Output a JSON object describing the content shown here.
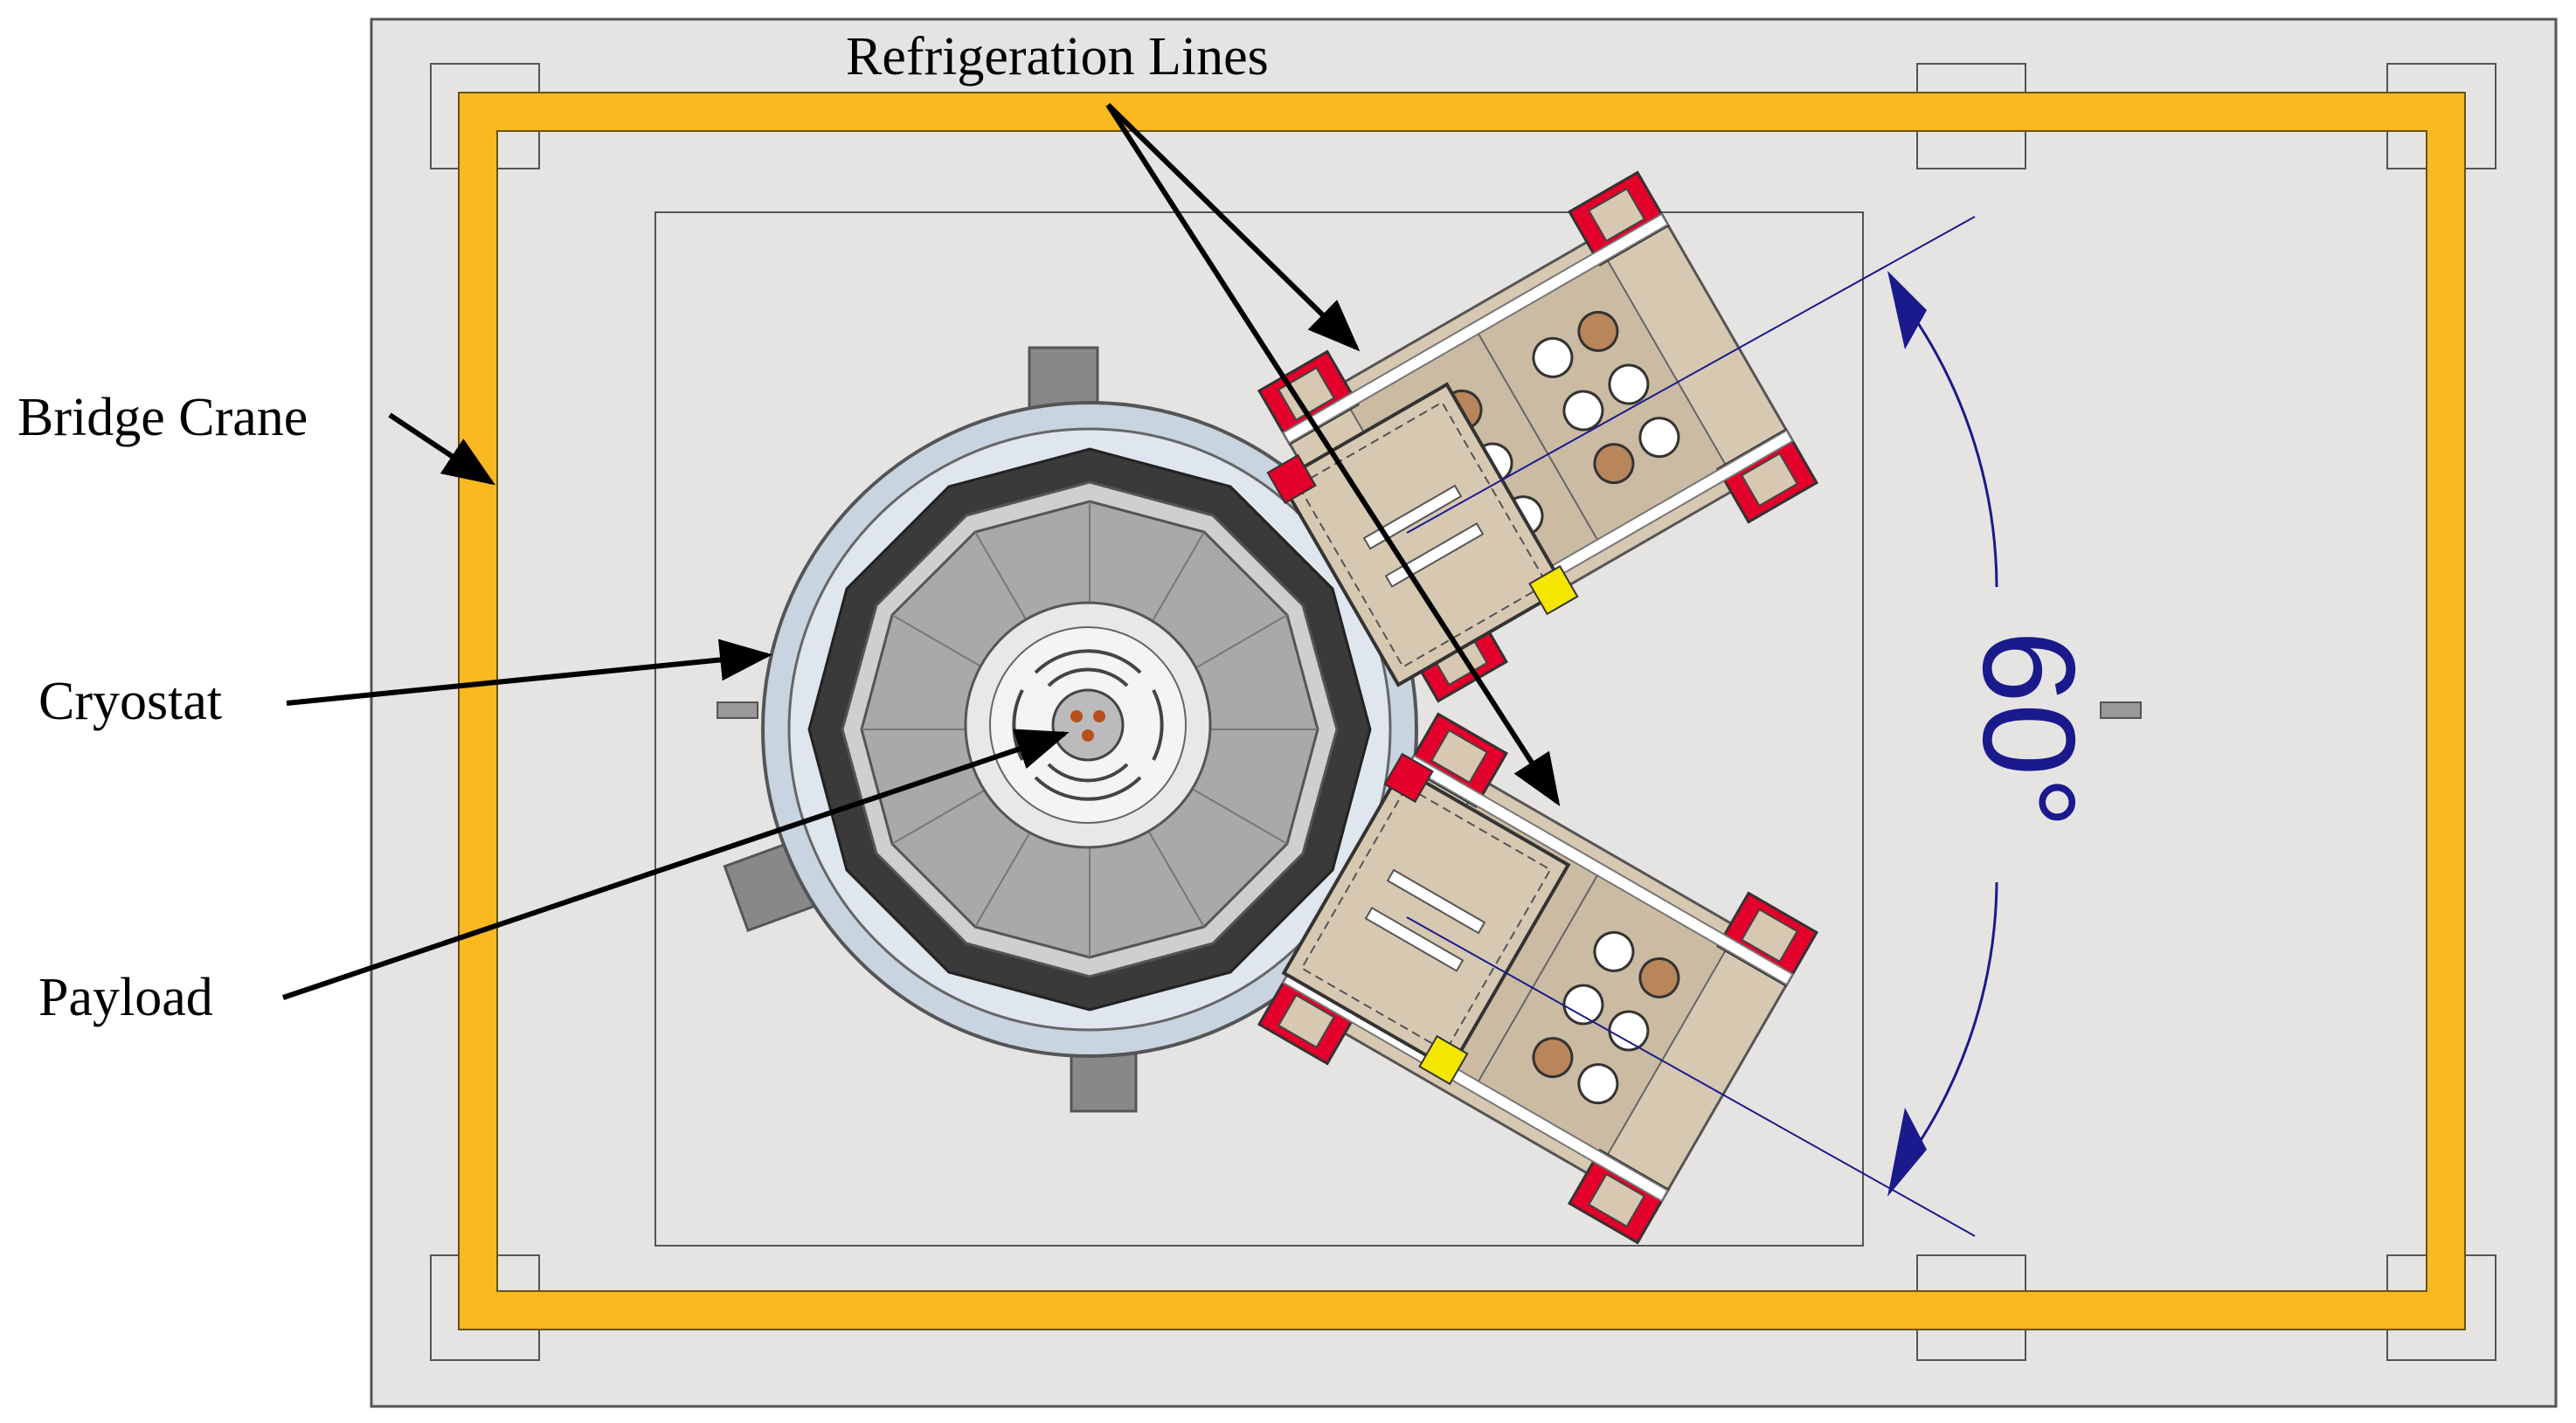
{
  "labels": {
    "refrigeration_lines": "Refrigeration Lines",
    "bridge_crane": "Bridge Crane",
    "cryostat": "Cryostat",
    "payload": "Payload",
    "angle": "60°"
  },
  "colors": {
    "background": "#ffffff",
    "room_floor": "#e6e4e3",
    "crane_rail": "#fbb820",
    "cryostat_ring_light": "#c8d4e0",
    "cryostat_dark_band": "#3a3a3a",
    "cryostat_panel": "#a9a9a9",
    "fridge_body": "#d7c8b2",
    "fridge_red": "#e3002a",
    "fridge_yellow": "#f5e600",
    "dimension_blue": "#1a1a8c"
  }
}
